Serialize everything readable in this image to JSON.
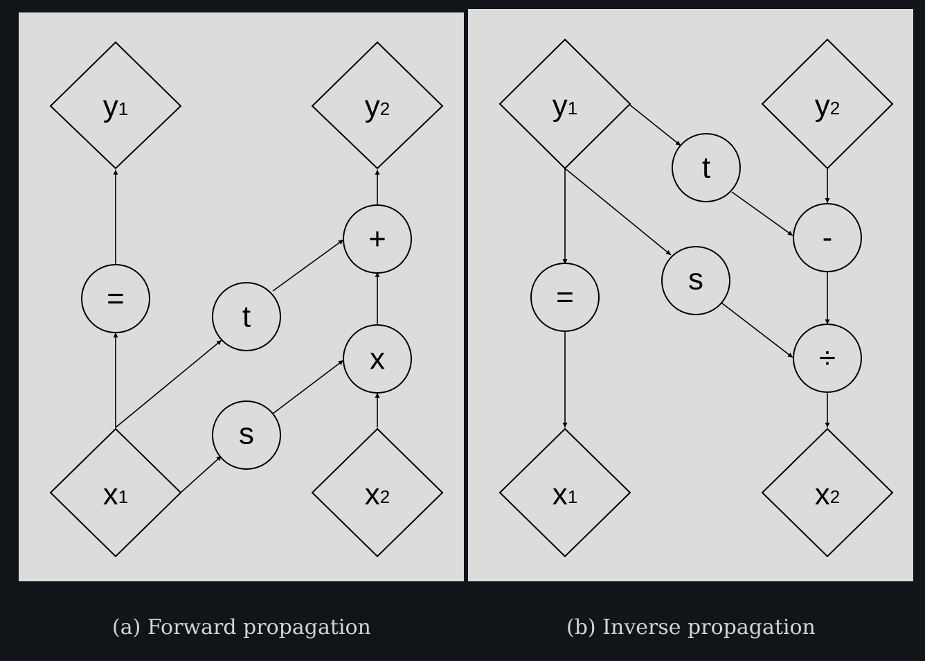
{
  "diagrams": {
    "forward": {
      "caption": "(a) Forward propagation",
      "nodes": {
        "y1": {
          "var": "y",
          "sub": "1"
        },
        "y2": {
          "var": "y",
          "sub": "2"
        },
        "x1": {
          "var": "x",
          "sub": "1"
        },
        "x2": {
          "var": "x",
          "sub": "2"
        },
        "eq": {
          "op": "="
        },
        "t": {
          "op": "t"
        },
        "s": {
          "op": "s"
        },
        "plus": {
          "op": "+"
        },
        "times": {
          "op": "x"
        }
      },
      "edges": [
        [
          "x1",
          "eq"
        ],
        [
          "eq",
          "y1"
        ],
        [
          "x1",
          "t"
        ],
        [
          "x1",
          "s"
        ],
        [
          "t",
          "plus"
        ],
        [
          "s",
          "times"
        ],
        [
          "x2",
          "times"
        ],
        [
          "times",
          "plus"
        ],
        [
          "plus",
          "y2"
        ]
      ]
    },
    "inverse": {
      "caption": "(b) Inverse propagation",
      "nodes": {
        "y1": {
          "var": "y",
          "sub": "1"
        },
        "y2": {
          "var": "y",
          "sub": "2"
        },
        "x1": {
          "var": "x",
          "sub": "1"
        },
        "x2": {
          "var": "x",
          "sub": "2"
        },
        "eq": {
          "op": "="
        },
        "t": {
          "op": "t"
        },
        "s": {
          "op": "s"
        },
        "minus": {
          "op": "-"
        },
        "divide": {
          "op": "÷"
        }
      },
      "edges": [
        [
          "y1",
          "eq"
        ],
        [
          "eq",
          "x1"
        ],
        [
          "y1",
          "t"
        ],
        [
          "y1",
          "s"
        ],
        [
          "y2",
          "minus"
        ],
        [
          "t",
          "minus"
        ],
        [
          "minus",
          "divide"
        ],
        [
          "s",
          "divide"
        ],
        [
          "divide",
          "x2"
        ]
      ]
    }
  }
}
